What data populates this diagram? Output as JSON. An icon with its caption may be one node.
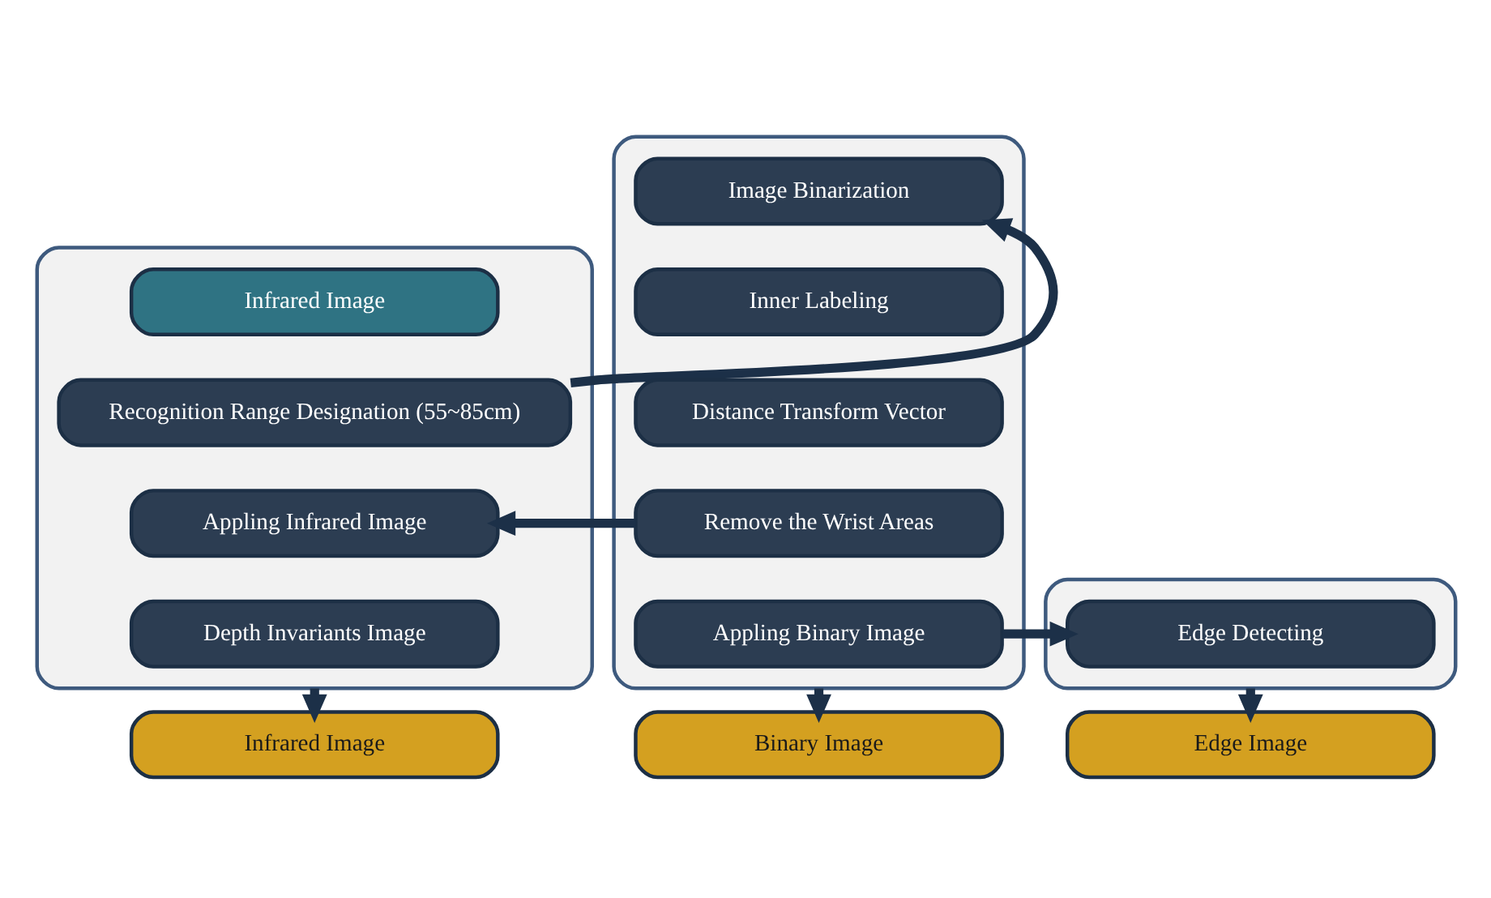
{
  "diagram": {
    "nodes": [
      {
        "text": [],
        "shape": "box"
      },
      {
        "text": [
          "Infrared Image"
        ],
        "in": 0
      },
      {
        "text": [
          "Recognition Range Designation (55~85cm)"
        ],
        "in": 0
      },
      {
        "text": [
          "Appling Infrared Image"
        ],
        "in": 0
      },
      {
        "text": [
          "Depth Invariants Image"
        ],
        "in": 0
      },
      {
        "text": [],
        "shape": "box"
      },
      {
        "text": [
          "Image Binarization"
        ],
        "in": 5
      },
      {
        "text": [
          "Inner Labeling"
        ],
        "in": 5
      },
      {
        "text": [
          "Distance Transform Vector"
        ],
        "in": 5
      },
      {
        "text": [
          "Remove the Wrist Areas"
        ],
        "in": 5
      },
      {
        "text": [
          "Appling Binary Image"
        ],
        "in": 5
      },
      {
        "text": [],
        "shape": "box"
      },
      {
        "text": [
          "Edge Detecting"
        ],
        "in": 11
      },
      {
        "text": [
          "Infrared Image"
        ]
      },
      {
        "text": [
          "Binary Image"
        ]
      },
      {
        "text": [
          "Edge Image"
        ]
      }
    ],
    "edges": [
      {
        "from": 2,
        "to": 6,
        "arrow": "to"
      },
      {
        "from": 9,
        "to": 3,
        "arrow": "to"
      },
      {
        "from": 10,
        "to": 12,
        "arrow": "to"
      },
      {
        "from": 0,
        "to": 13,
        "arrow": "to"
      },
      {
        "from": 5,
        "to": 14,
        "arrow": "to"
      },
      {
        "from": 11,
        "to": 15,
        "arrow": "to"
      }
    ]
  }
}
